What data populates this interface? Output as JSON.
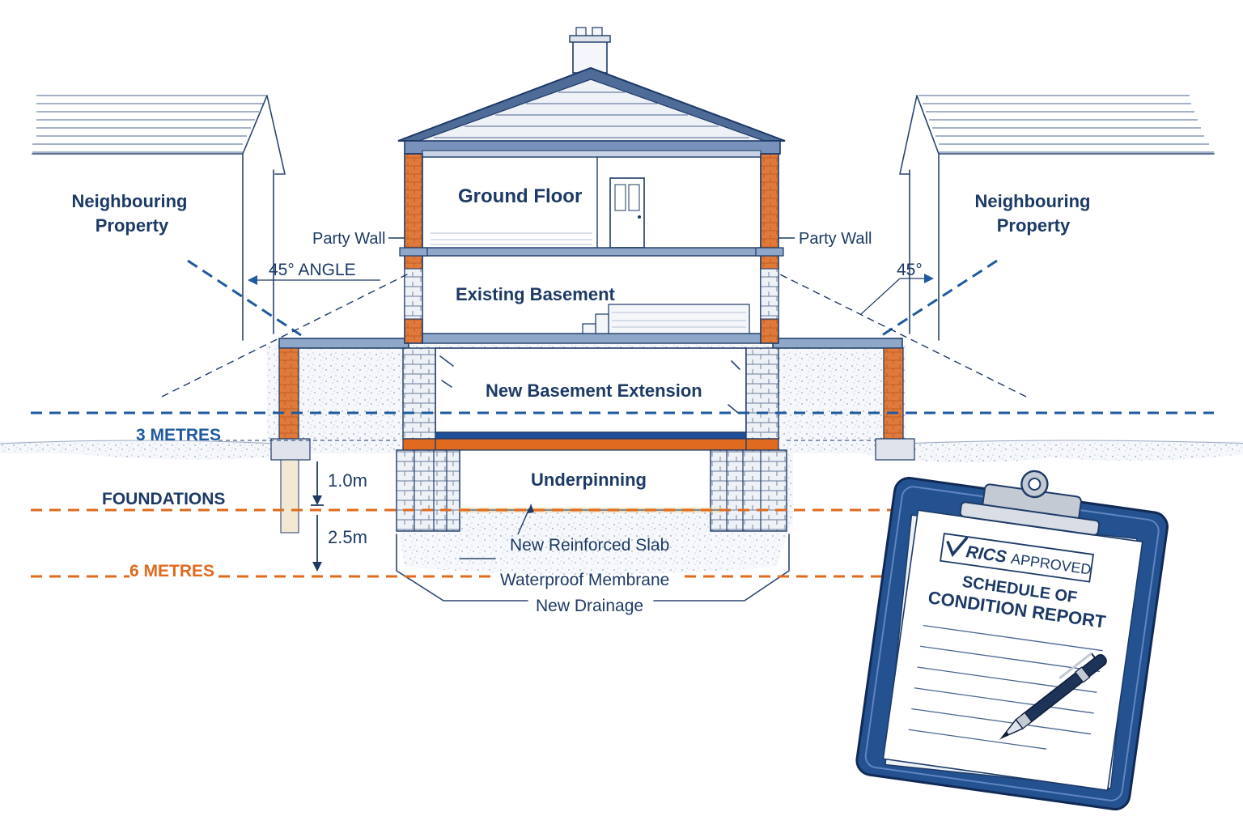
{
  "labels": {
    "ground_floor": "Ground Floor",
    "existing_basement": "Existing Basement",
    "new_basement_extension": "New Basement Extension",
    "underpinning": "Underpinning",
    "new_reinforced_slab": "New Reinforced Slab",
    "waterproof_membrane": "Waterproof Membrane",
    "new_drainage": "New Drainage",
    "party_wall_left": "Party Wall",
    "party_wall_right": "Party Wall",
    "neighbouring_left_line1": "Neighbouring",
    "neighbouring_left_line2": "Property",
    "neighbouring_right_line1": "Neighbouring",
    "neighbouring_right_line2": "Property",
    "angle_left": "45° ANGLE",
    "angle_right": "45°",
    "three_metres": "3 METRES",
    "foundations": "FOUNDATIONS",
    "six_metres": "6 METRES",
    "dim_1": "1.0m",
    "dim_2": "2.5m"
  },
  "clipboard": {
    "badge_prefix": "RICS",
    "badge_suffix": "APPROVED",
    "title_line1": "SCHEDULE OF",
    "title_line2": "CONDITION REPORT"
  },
  "colors": {
    "navy": "#1d3a66",
    "blue_dashed": "#1f5a9e",
    "orange": "#e06a1e",
    "brick": "#e07a3a",
    "clipboard_blue": "#24518f"
  }
}
